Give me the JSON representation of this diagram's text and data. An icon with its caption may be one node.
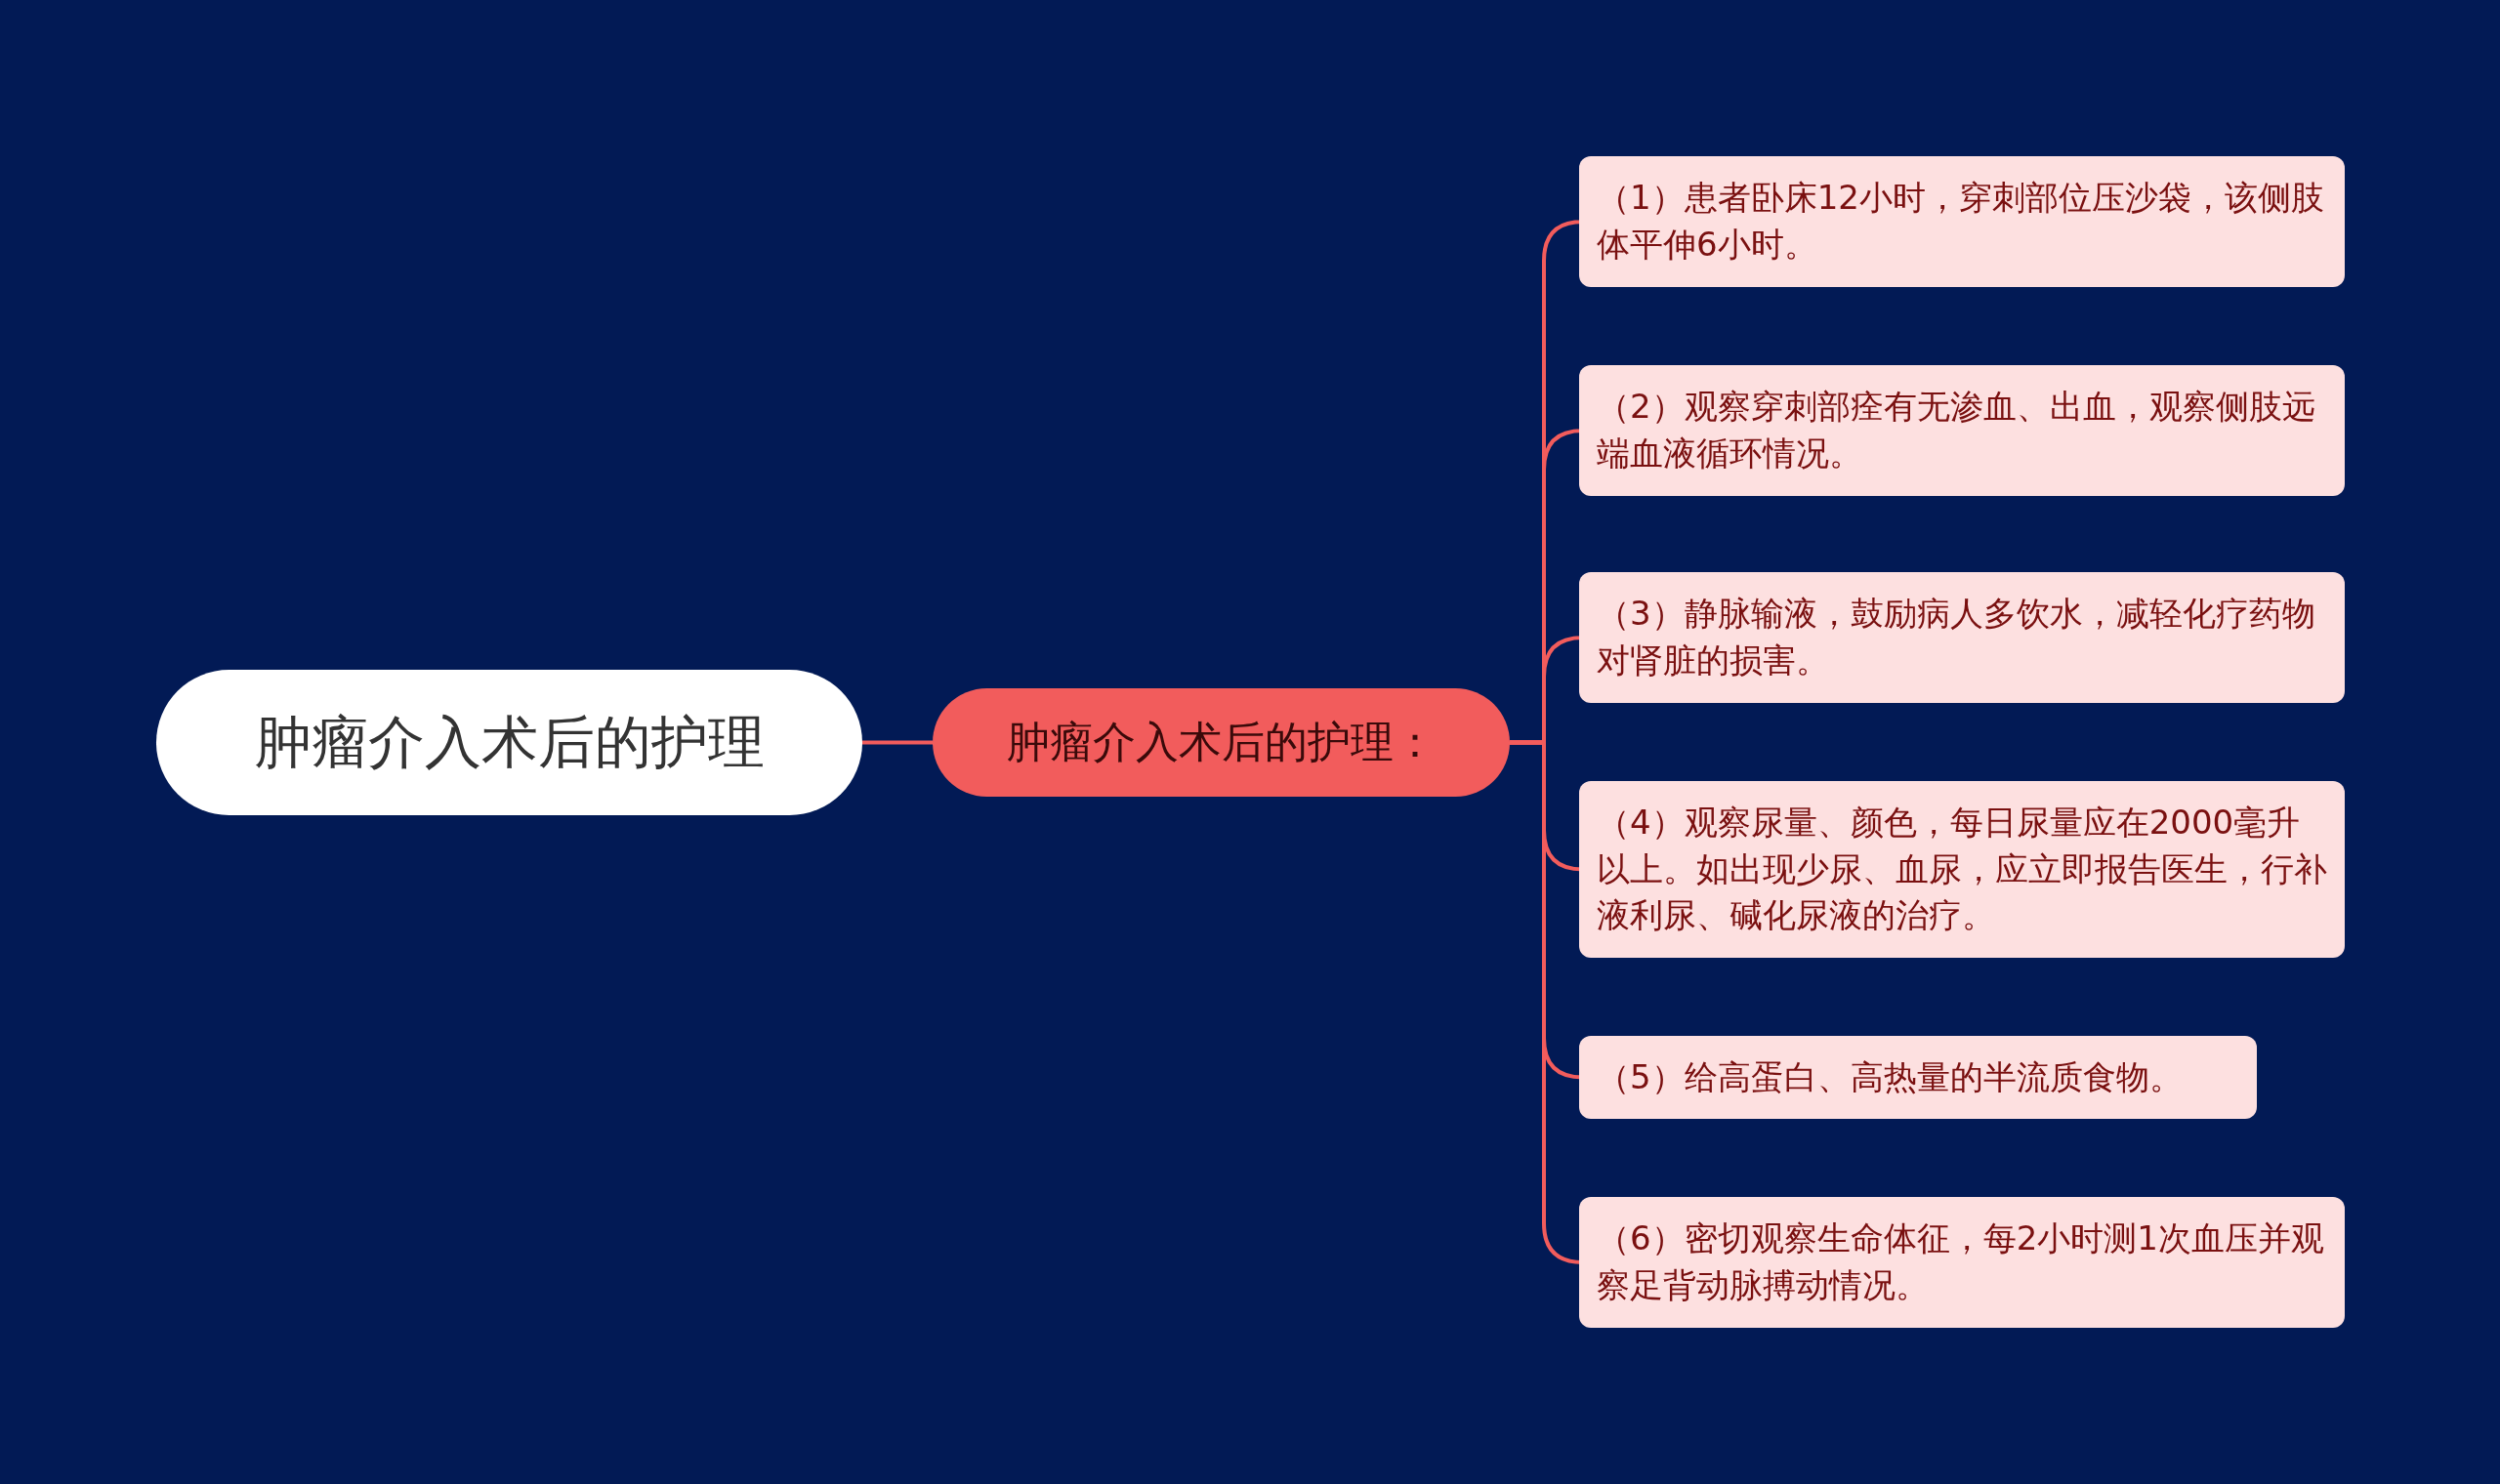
{
  "diagram": {
    "nodes": [
      {
        "text": [
          "肿瘤介入术后的护理"
        ]
      },
      {
        "text": [
          "肿瘤介入术后的护理："
        ]
      },
      {
        "text": [
          "（1）患者卧床12小时，穿刺部位压沙袋，该侧肢体平伸6小时。"
        ]
      },
      {
        "text": [
          "（2）观察穿刺部痊有无渗血、出血，观察侧肢远端血液循环情况。"
        ]
      },
      {
        "text": [
          "（3）静脉输液，鼓励病人多饮水，减轻化疗药物对肾脏的损害。"
        ]
      },
      {
        "text": [
          "（4）观察尿量、颜色，每日尿量应在2000毫升以上。如出现少尿、血尿，应立即报告医生，行补液利尿、碱化尿液的治疗。"
        ]
      },
      {
        "text": [
          "（5）给高蛋白、高热量的半流质食物。"
        ]
      },
      {
        "text": [
          "（6）密切观察生命体征，每2小时测1次血压并观察足背动脉搏动情况。"
        ]
      }
    ],
    "edges": [
      {
        "from": 0,
        "to": 1,
        "arrow": "none"
      },
      {
        "from": 1,
        "to": 2,
        "arrow": "none"
      },
      {
        "from": 1,
        "to": 3,
        "arrow": "none"
      },
      {
        "from": 1,
        "to": 4,
        "arrow": "none"
      },
      {
        "from": 1,
        "to": 5,
        "arrow": "none"
      },
      {
        "from": 1,
        "to": 6,
        "arrow": "none"
      },
      {
        "from": 1,
        "to": 7,
        "arrow": "none"
      }
    ]
  }
}
